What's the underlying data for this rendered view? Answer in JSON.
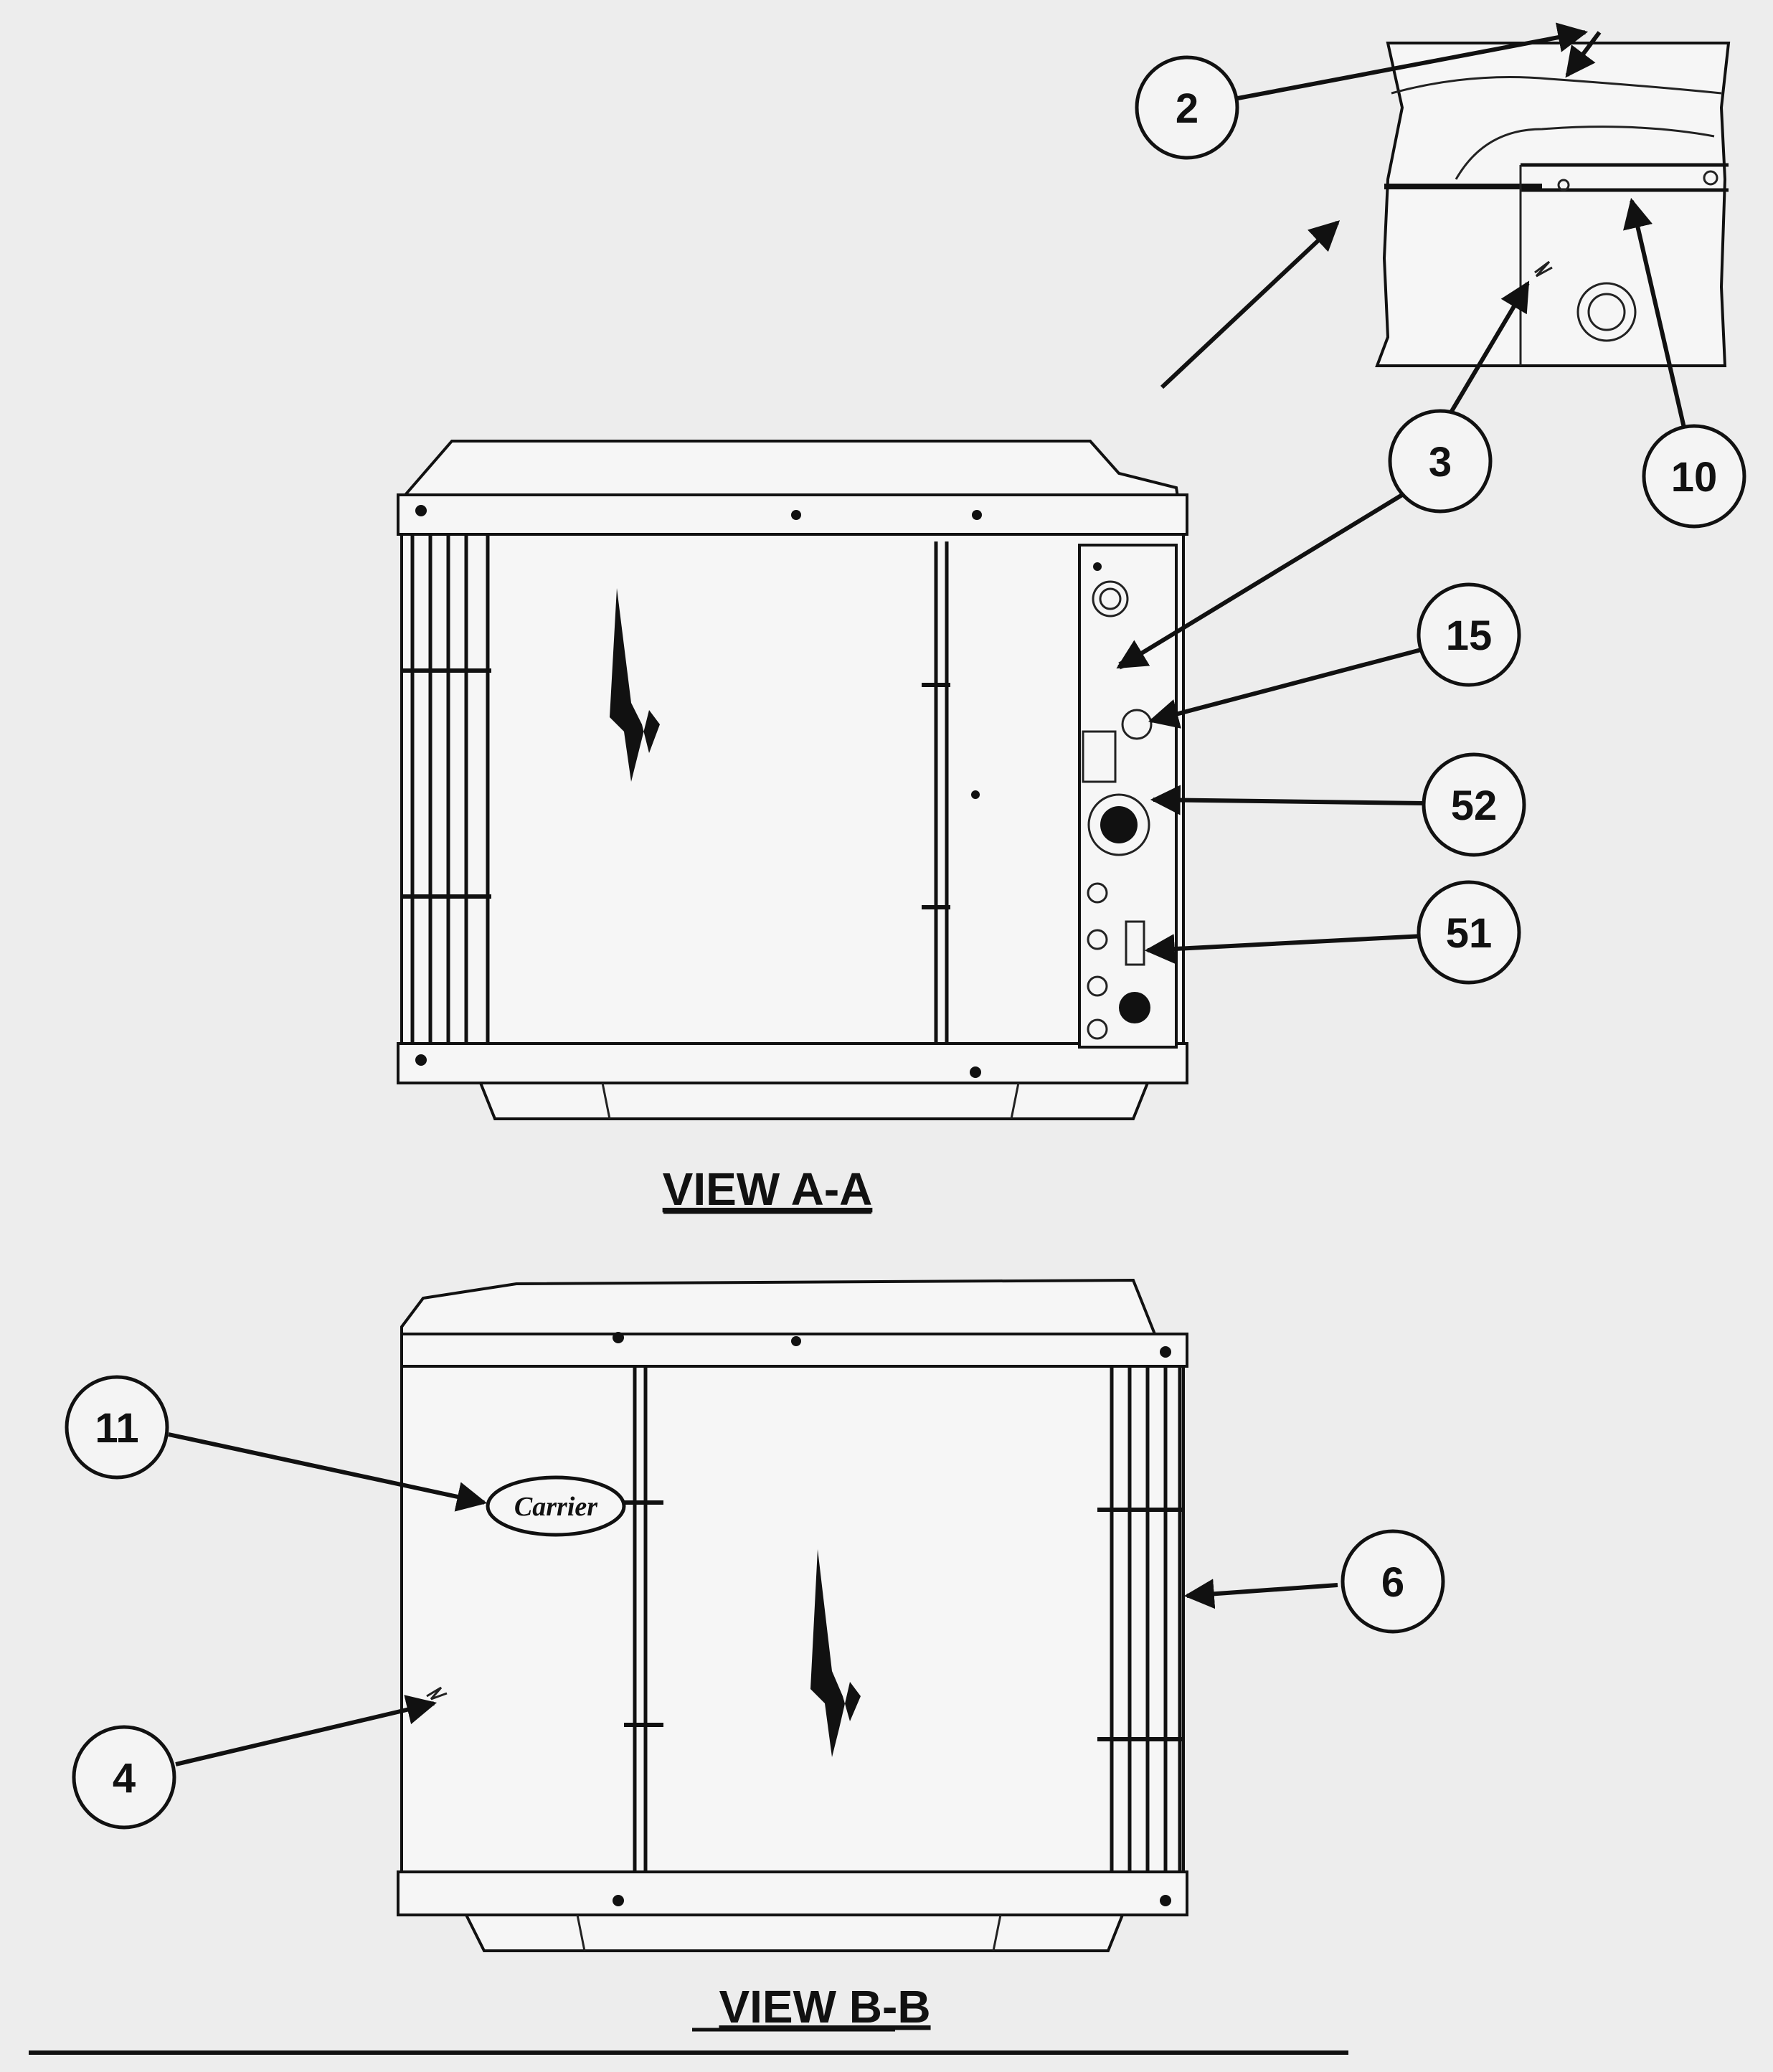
{
  "callouts": [
    {
      "id": "2",
      "label": "2"
    },
    {
      "id": "3",
      "label": "3"
    },
    {
      "id": "10",
      "label": "10"
    },
    {
      "id": "15",
      "label": "15"
    },
    {
      "id": "52",
      "label": "52"
    },
    {
      "id": "51",
      "label": "51"
    },
    {
      "id": "11",
      "label": "11"
    },
    {
      "id": "6",
      "label": "6"
    },
    {
      "id": "4",
      "label": "4"
    }
  ],
  "views": {
    "a": {
      "title": "VIEW A-A"
    },
    "b": {
      "title": "VIEW B-B"
    }
  },
  "brand_logo": {
    "text": "Carrier"
  }
}
